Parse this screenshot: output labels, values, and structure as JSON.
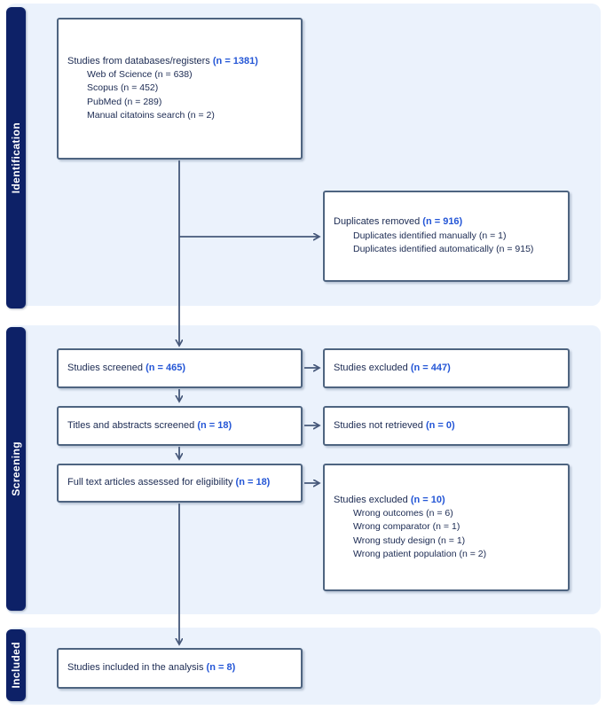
{
  "diagram": {
    "type": "prisma-flow",
    "sections": [
      {
        "label": "Identification"
      },
      {
        "label": "Screening"
      },
      {
        "label": "Included"
      }
    ],
    "boxes": {
      "databases": {
        "title": "Studies from databases/registers",
        "n": "(n = 1381)",
        "items": [
          "Web of Science (n = 638)",
          "Scopus (n = 452)",
          "PubMed (n = 289)",
          "Manual citatoins search (n = 2)"
        ]
      },
      "duplicates_removed": {
        "title": "Duplicates removed",
        "n": "(n = 916)",
        "items": [
          "Duplicates identified manually (n = 1)",
          "Duplicates identified automatically (n = 915)"
        ]
      },
      "studies_screened": {
        "title": "Studies screened",
        "n": "(n = 465)"
      },
      "studies_excluded_screening": {
        "title": "Studies excluded",
        "n": "(n = 447)"
      },
      "titles_abstracts_screened": {
        "title": "Titles and abstracts screened",
        "n": "(n = 18)"
      },
      "studies_not_retrieved": {
        "title": "Studies not retrieved",
        "n": "(n = 0)"
      },
      "full_text_assessed": {
        "title": "Full text articles assessed for eligibility",
        "n": "(n = 18)"
      },
      "studies_excluded_fulltext": {
        "title": "Studies excluded",
        "n": "(n = 10)",
        "items": [
          "Wrong outcomes (n = 6)",
          "Wrong comparator (n = 1)",
          "Wrong study design (n = 1)",
          "Wrong patient population (n = 2)"
        ]
      },
      "studies_included": {
        "title": "Studies included in the analysis",
        "n": "(n = 8)"
      }
    },
    "colors": {
      "section_bar": "#0d2167",
      "panel_bg": "#ebf2fc",
      "box_border": "#4e6480",
      "arrow": "#46587a",
      "text": "#1b2a52",
      "accent_blue": "#2456d6",
      "page_bg": "#ffffff"
    }
  }
}
